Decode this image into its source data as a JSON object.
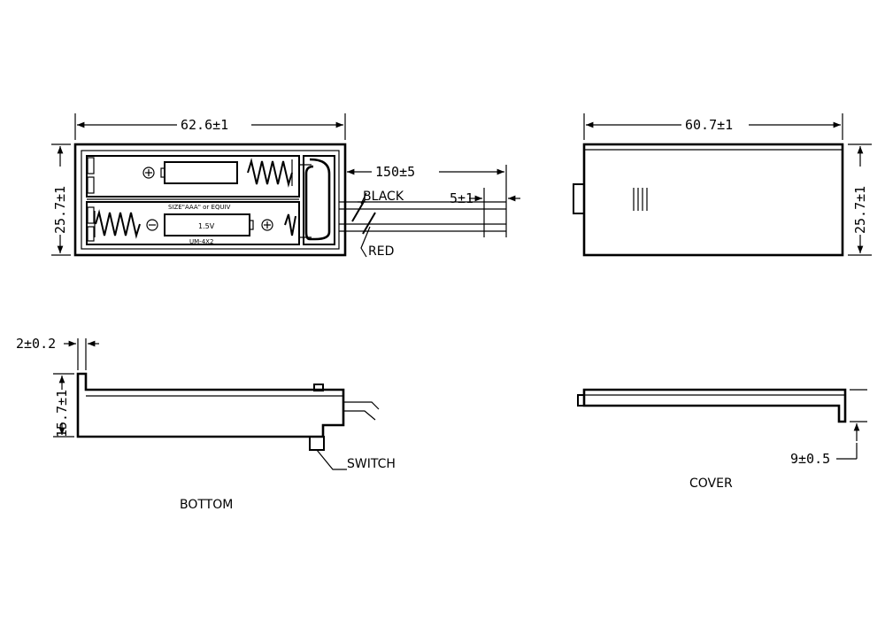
{
  "dimensions": {
    "bottom_width": "62.6±1",
    "bottom_height": "25.7±1",
    "lead_length": "150±5",
    "lead_strip": "5±1",
    "cover_width": "60.7±1",
    "cover_height": "25.7±1",
    "wall_thickness": "2±0.2",
    "side_height": "15.7±1",
    "cover_side": "9±0.5"
  },
  "wire_labels": {
    "black": "BLACK",
    "red": "RED"
  },
  "battery_labels": {
    "size": "SIZE\"AAA\" or EQUIV",
    "voltage": "1.5V",
    "model": "UM-4X2",
    "plus": "⊕",
    "minus": "⊖"
  },
  "callouts": {
    "switch": "SWITCH"
  },
  "view_labels": {
    "bottom": "BOTTOM",
    "cover": "COVER"
  }
}
